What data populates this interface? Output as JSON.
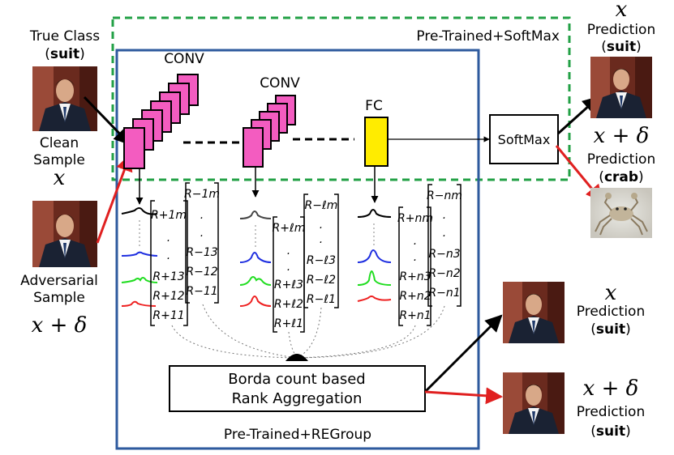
{
  "boxes": {
    "softmax_region_label": "Pre-Trained+SoftMax",
    "regroup_region_label": "Pre-Trained+REGroup",
    "softmax_box_label": "SoftMax",
    "borda_line1": "Borda count based",
    "borda_line2": "Rank Aggregation"
  },
  "layers": {
    "conv1_label": "CONV",
    "conv2_label": "CONV",
    "fc_label": "FC"
  },
  "inputs": {
    "clean": {
      "true_class_caption": "True Class",
      "true_class_name": "suit",
      "caption_line1": "Clean",
      "caption_line2": "Sample",
      "symbol": "x"
    },
    "adversarial": {
      "caption_line1": "Adversarial",
      "caption_line2": "Sample",
      "symbol": "x + δ"
    }
  },
  "outputs": {
    "softmax_clean": {
      "symbol": "x",
      "caption": "Prediction",
      "class_name": "suit"
    },
    "softmax_adv": {
      "symbol": "x + δ",
      "caption": "Prediction",
      "class_name": "crab"
    },
    "regroup_clean": {
      "symbol": "x",
      "caption": "Prediction",
      "class_name": "suit"
    },
    "regroup_adv": {
      "symbol": "x + δ",
      "caption": "Prediction",
      "class_name": "suit"
    }
  },
  "rank_vectors": {
    "layer1": {
      "plus": [
        "R+1m",
        ".",
        ".",
        "R+13",
        "R+12",
        "R+11"
      ],
      "minus": [
        "R−1m",
        ".",
        ".",
        "R−13",
        "R−12",
        "R−11"
      ]
    },
    "layer_l": {
      "plus": [
        "R+ℓm",
        ".",
        ".",
        "R+ℓ3",
        "R+ℓ2",
        "R+ℓ1"
      ],
      "minus": [
        "R−ℓm",
        ".",
        ".",
        "R−ℓ3",
        "R−ℓ2",
        "R−ℓ1"
      ]
    },
    "layer_n": {
      "plus": [
        "R+nm",
        ".",
        ".",
        "R+n3",
        "R+n2",
        "R+n1"
      ],
      "minus": [
        "R−nm",
        ".",
        ".",
        "R−n3",
        "R−n2",
        "R−n1"
      ]
    }
  },
  "colors": {
    "conv_fill": "#f35cc0",
    "fc_fill": "#ffec00",
    "softmax_dash": "#22a045",
    "regroup_border": "#2e5a9e",
    "adv_arrow": "#e02020",
    "curve_blue": "#1f2fe0",
    "curve_green": "#20dd20",
    "curve_red": "#ee2020"
  }
}
